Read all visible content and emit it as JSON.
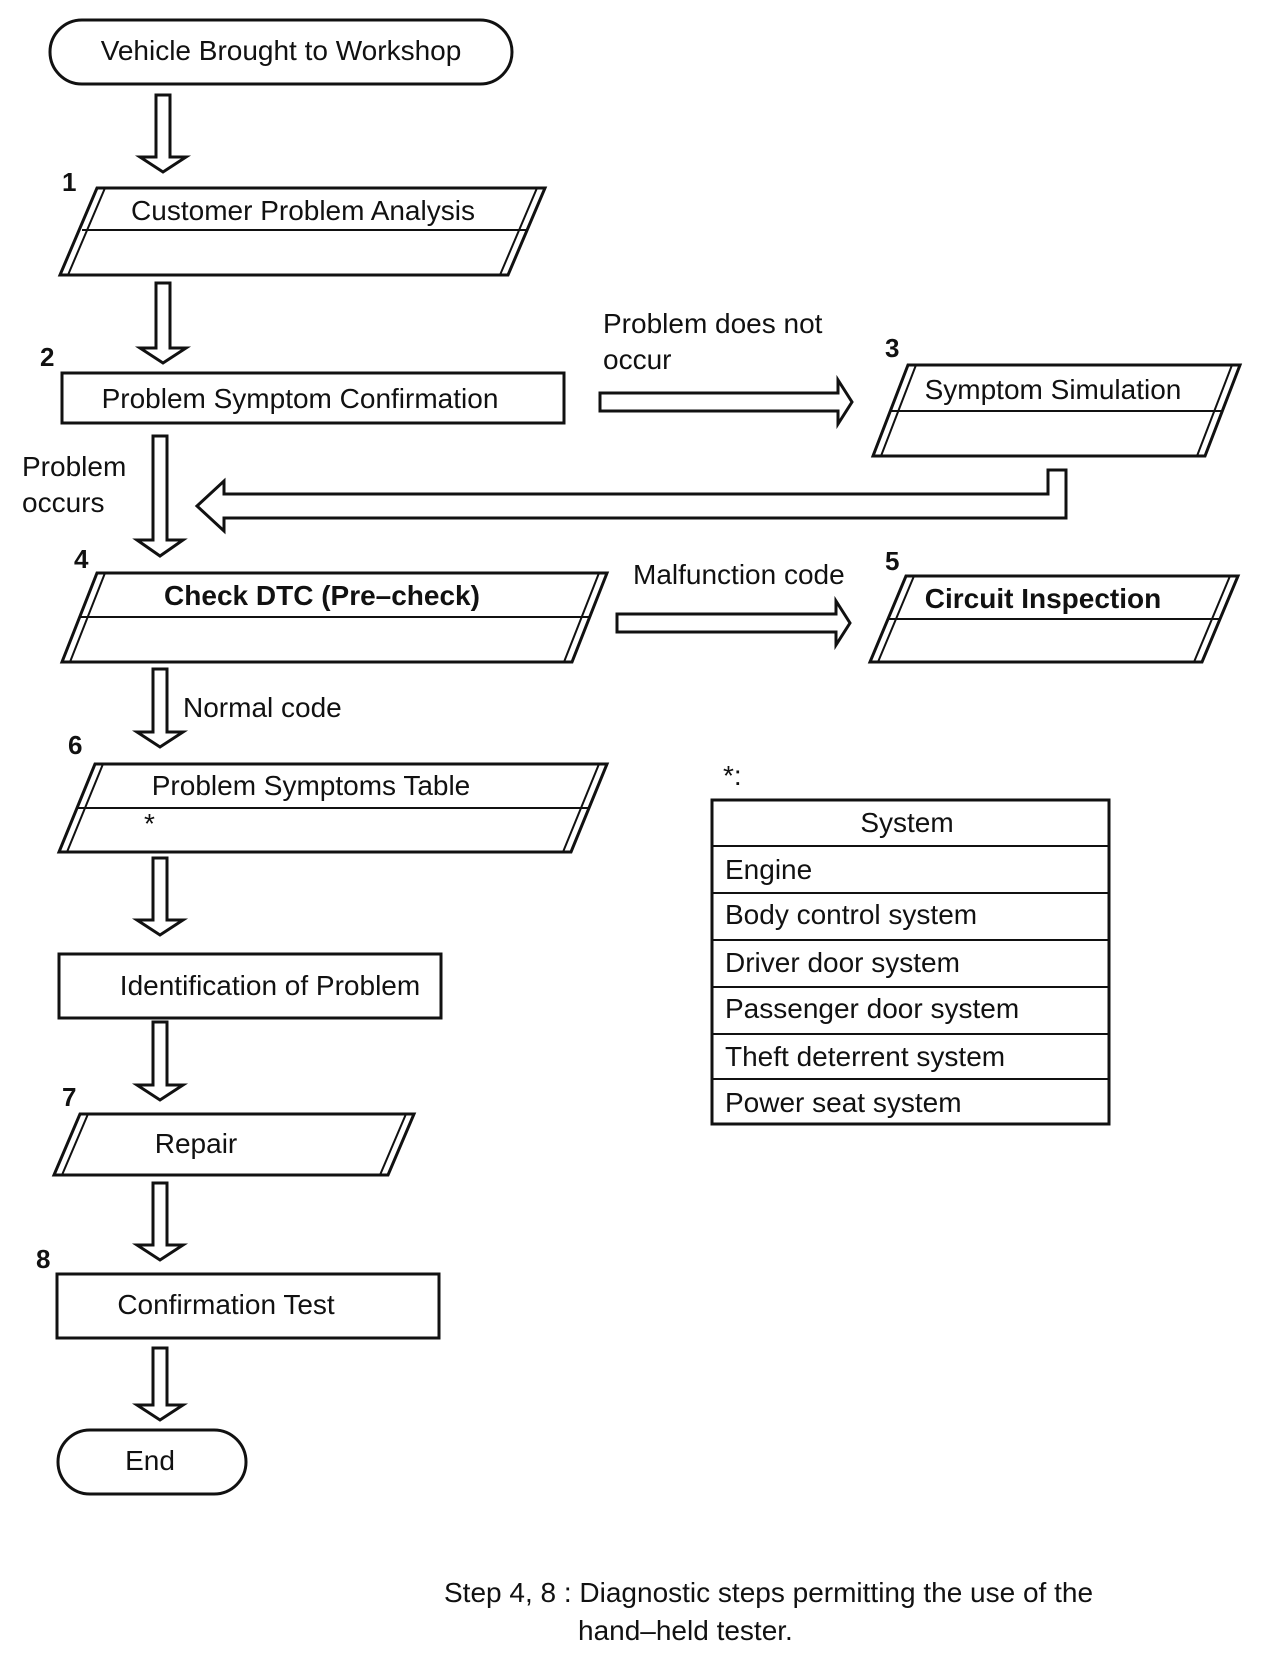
{
  "flowchart": {
    "start": "Vehicle Brought to Workshop",
    "end": "End",
    "steps": [
      {
        "number": "1",
        "label": "Customer Problem Analysis"
      },
      {
        "number": "2",
        "label": "Problem Symptom Confirmation"
      },
      {
        "number": "3",
        "label": "Symptom Simulation"
      },
      {
        "number": "4",
        "label": "Check DTC (Pre–check)"
      },
      {
        "number": "5",
        "label": "Circuit Inspection"
      },
      {
        "number": "6",
        "label": "Problem Symptoms Table",
        "sublabel": "*"
      },
      {
        "number": "",
        "label": "Identification of Problem"
      },
      {
        "number": "7",
        "label": "Repair"
      },
      {
        "number": "8",
        "label": "Confirmation Test"
      }
    ],
    "branches": {
      "not_occur_line1": "Problem  does  not",
      "not_occur_line2": "occur",
      "occurs_line1": "Problem",
      "occurs_line2": "occurs",
      "malfunction": "Malfunction code",
      "normal": "Normal code"
    }
  },
  "system_table": {
    "marker": "*:",
    "header": "System",
    "rows": [
      "Engine",
      "Body control system",
      "Driver door system",
      "Passenger door system",
      "Theft deterrent system",
      "Power seat system"
    ]
  },
  "note": {
    "line1": "Step 4, 8 : Diagnostic steps permitting the use of the",
    "line2": "hand–held tester."
  }
}
